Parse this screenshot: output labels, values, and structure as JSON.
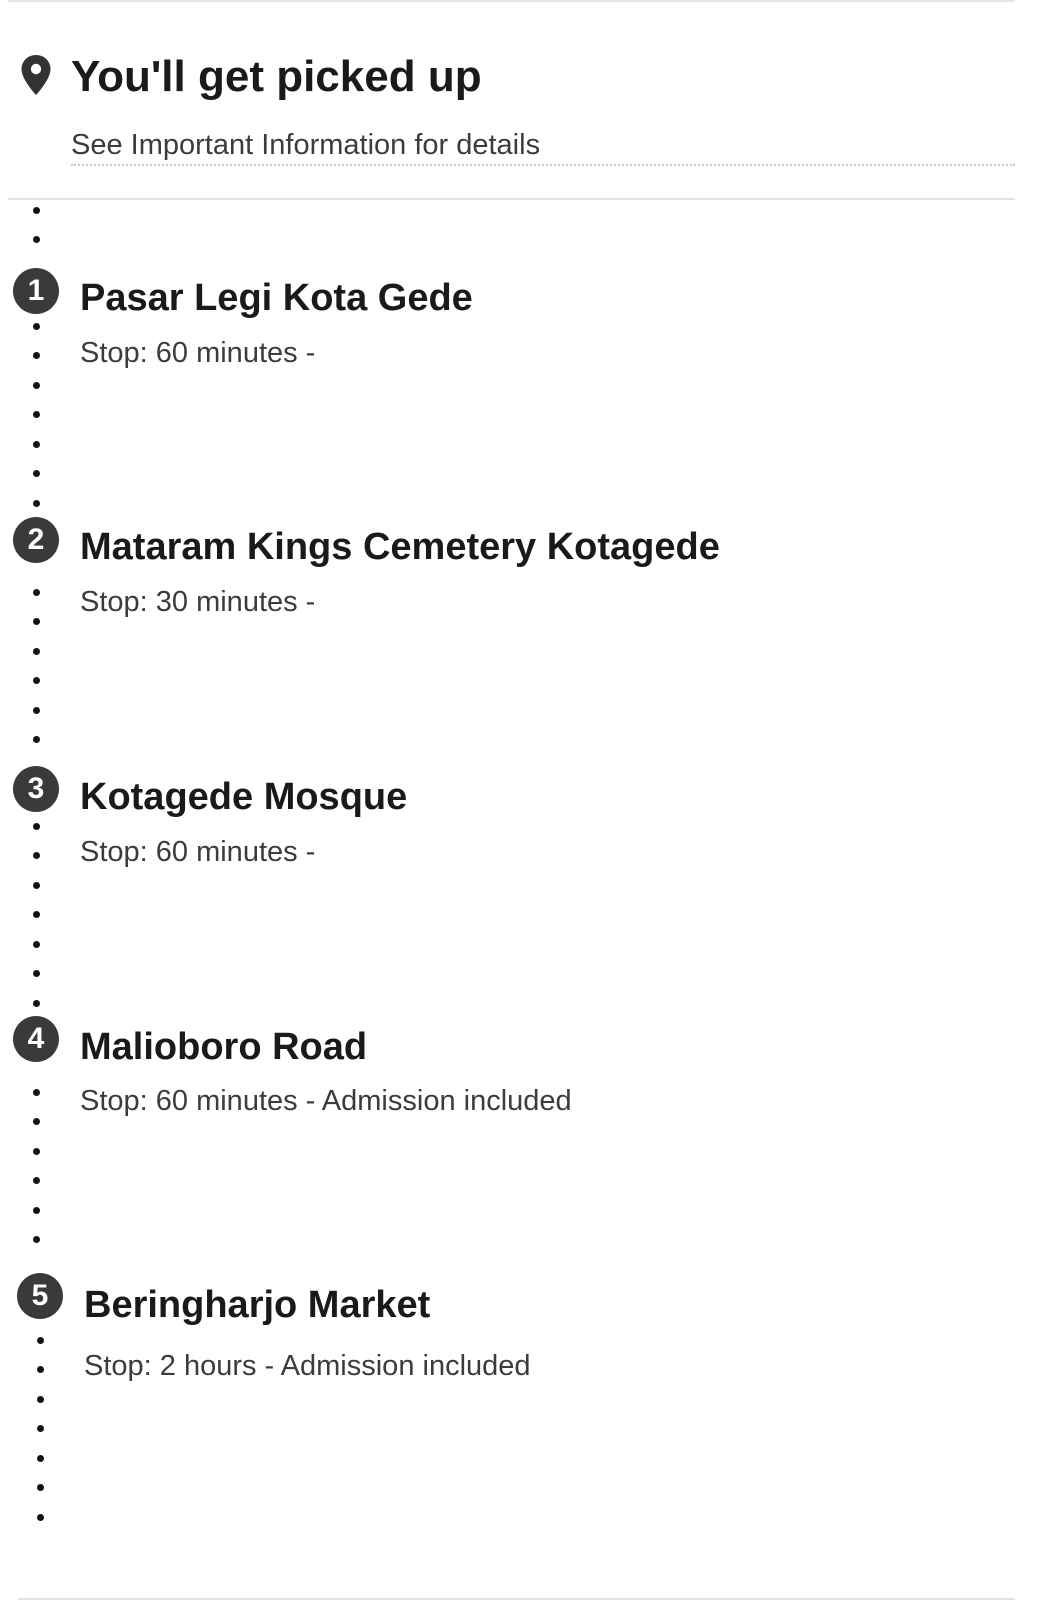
{
  "pickup": {
    "title": "You'll get picked up",
    "subtitle": "See Important Information for details",
    "icon": "map-pin-icon"
  },
  "stops": [
    {
      "number": "1",
      "name": "Pasar Legi Kota Gede",
      "detail": "Stop: 60 minutes -"
    },
    {
      "number": "2",
      "name": "Mataram Kings Cemetery Kotagede",
      "detail": "Stop: 30 minutes -"
    },
    {
      "number": "3",
      "name": "Kotagede Mosque",
      "detail": "Stop: 60 minutes -"
    },
    {
      "number": "4",
      "name": "Malioboro Road",
      "detail": "Stop: 60 minutes - Admission included"
    },
    {
      "number": "5",
      "name": "Beringharjo Market",
      "detail": "Stop: 2 hours - Admission included"
    }
  ],
  "colors": {
    "badge": "#3a3a3a",
    "text": "#1a1a1a",
    "muted": "#3c3c3c"
  }
}
